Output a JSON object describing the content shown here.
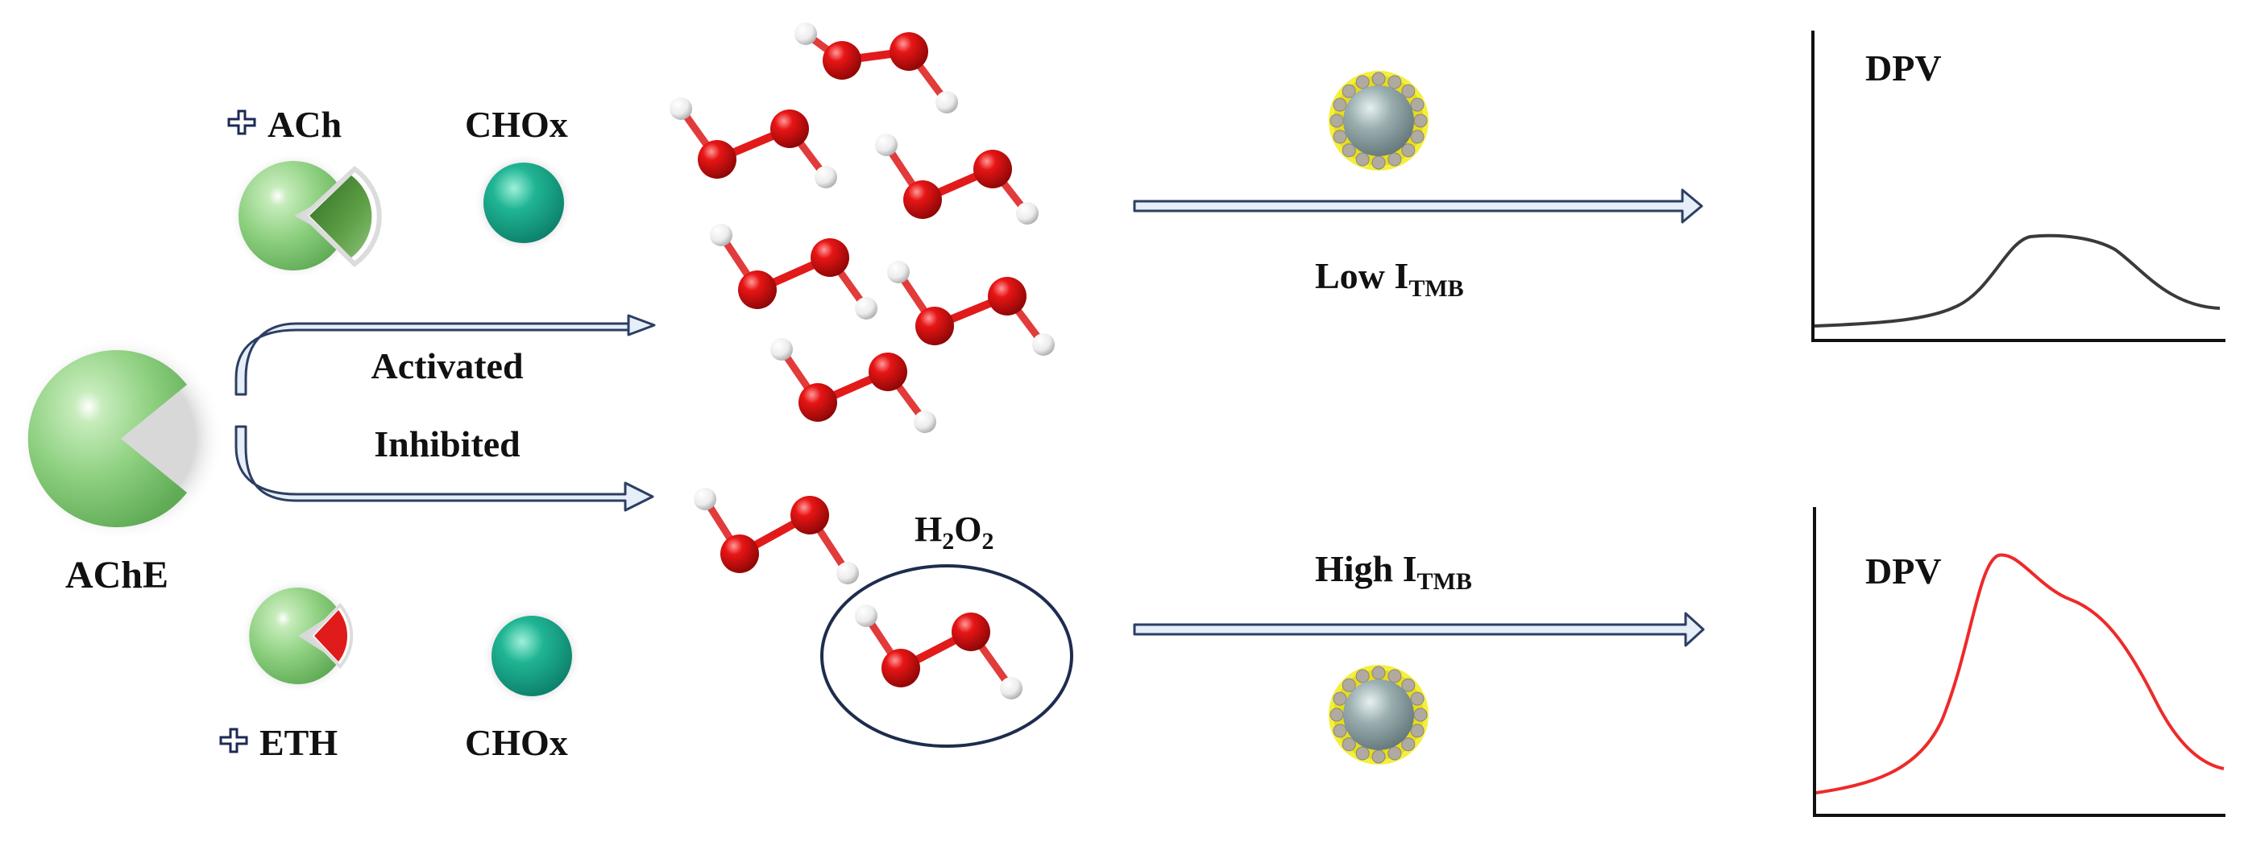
{
  "labels": {
    "ach": "ACh",
    "chox_top": "CHOx",
    "ache": "AChE",
    "activated": "Activated",
    "inhibited": "Inhibited",
    "eth": "ETH",
    "chox_bottom": "CHOx",
    "h2o2_main": "H",
    "h2o2_sub1": "2",
    "h2o2_mid": "O",
    "h2o2_sub2": "2",
    "low_main": "Low I",
    "low_sub": "TMB",
    "high_main": "High I",
    "high_sub": "TMB",
    "dpv_top": "DPV",
    "dpv_bottom": "DPV"
  },
  "colors": {
    "enzyme_green": "#8ccf7e",
    "ach_wedge": "#4f8f36",
    "eth_wedge": "#e01b1b",
    "chox_teal": "#1aa58a",
    "oxygen_red": "#d60f0f",
    "hydrogen_white": "#f2f2f2",
    "arrow_fill": "#e6eef8",
    "arrow_stroke": "#2c3e62",
    "nano_core": "#9aaeb0",
    "nano_shell": "#f1ea2a",
    "curve_low": "#3a3a3a",
    "curve_high": "#ee2a2a"
  }
}
